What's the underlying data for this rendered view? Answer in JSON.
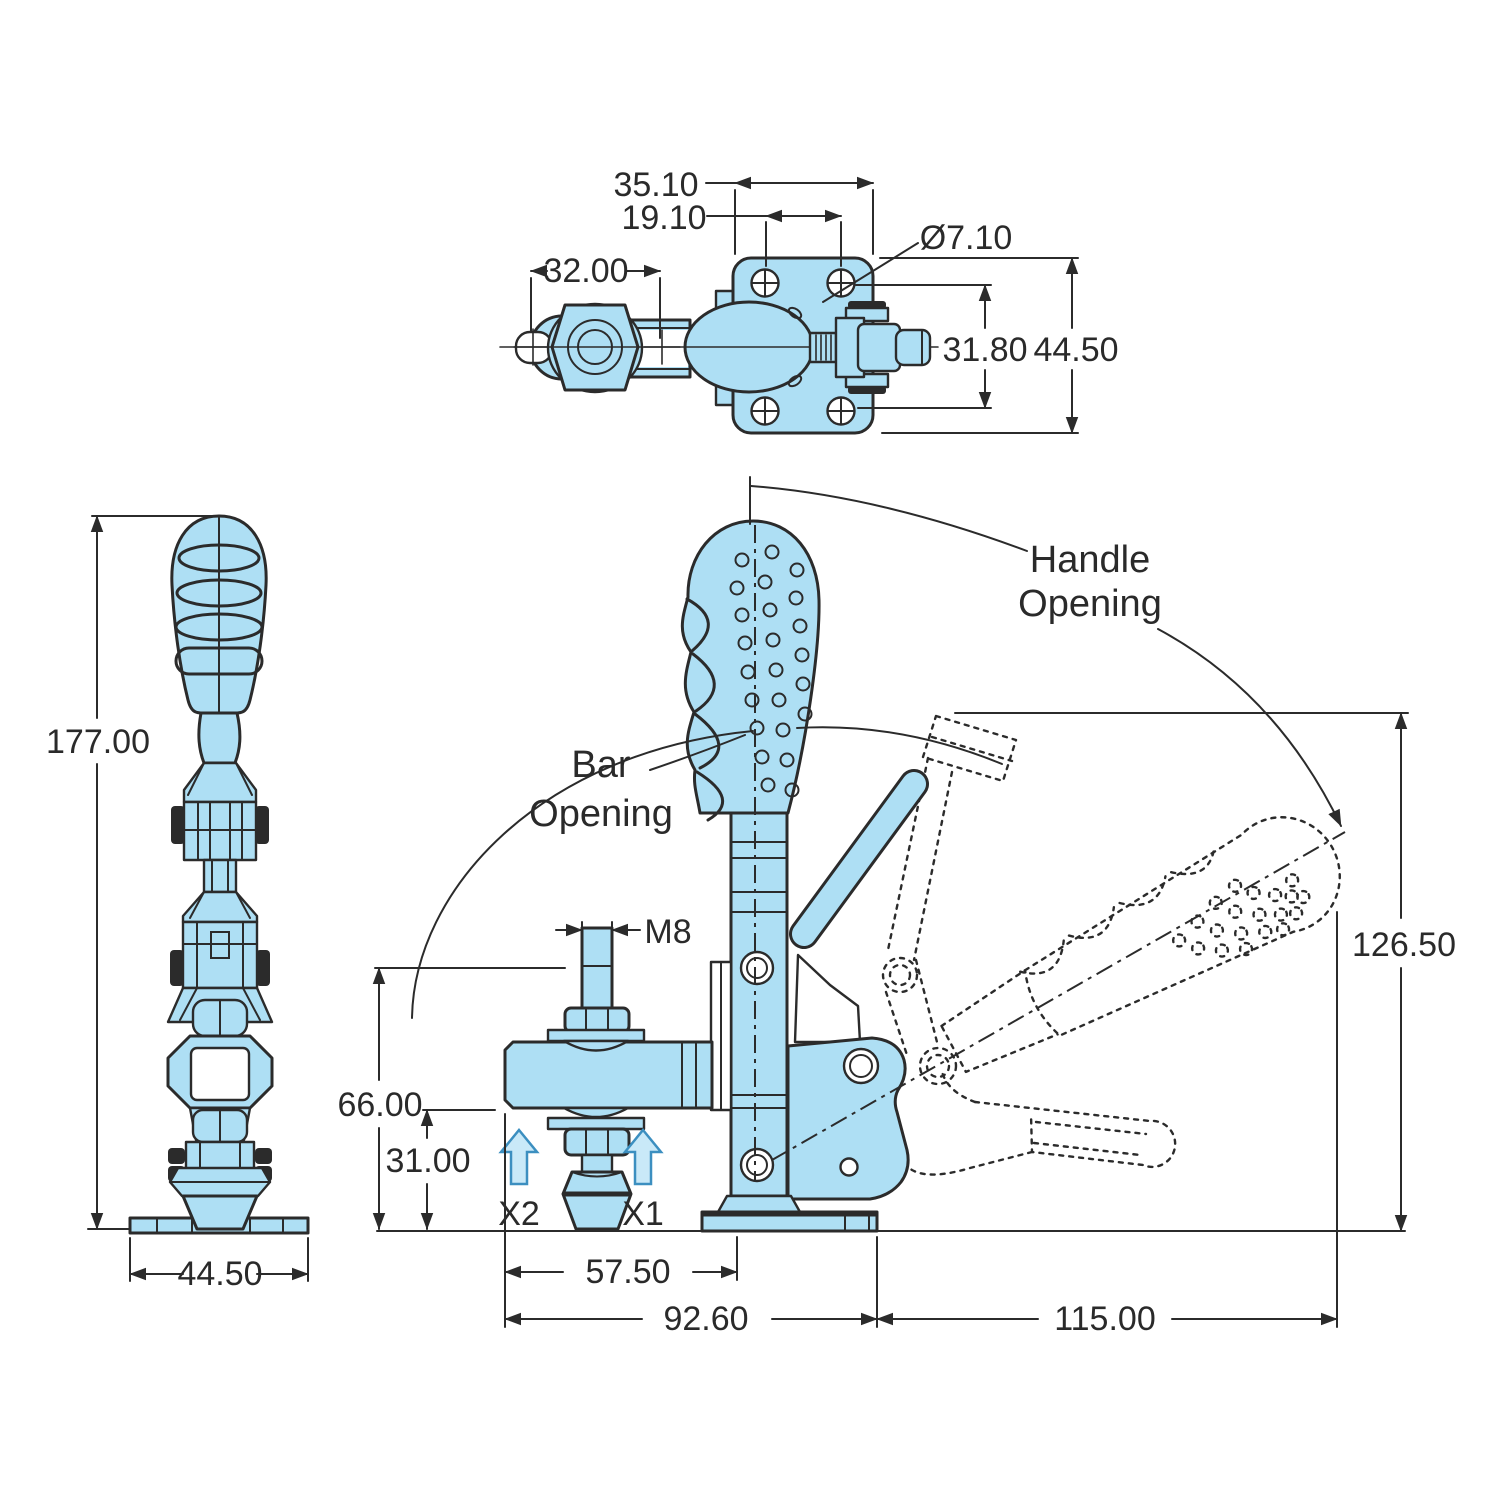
{
  "drawing": {
    "type": "technical-drawing",
    "product": "Vertical toggle clamp",
    "colors": {
      "part_fill": "#aedff4",
      "arrow_fill": "#c9e9f8",
      "line": "#2b2b2b",
      "background": "#ffffff"
    },
    "top_view": {
      "dims": {
        "mount_hole_span_outer": "35.10",
        "mount_hole_span_inner": "19.10",
        "mount_hole_diameter": "Ø7.10",
        "bar_end_offset": "32.00",
        "mount_hole_row_span": "31.80",
        "base_plate_width": "44.50"
      }
    },
    "side_view": {
      "dims": {
        "overall_height": "177.00",
        "base_width": "44.50"
      }
    },
    "front_view": {
      "labels": {
        "handle_opening": [
          "Handle",
          "Opening"
        ],
        "bar_opening": [
          "Bar",
          "Opening"
        ],
        "spindle_thread": "M8",
        "force_point_1": "X1",
        "force_point_2": "X2"
      },
      "dims": {
        "spindle_height": "66.00",
        "bar_clearance_height": "31.00",
        "bar_length": "57.50",
        "body_length": "92.60",
        "open_handle_reach": "115.00",
        "open_handle_height": "126.50"
      }
    }
  }
}
